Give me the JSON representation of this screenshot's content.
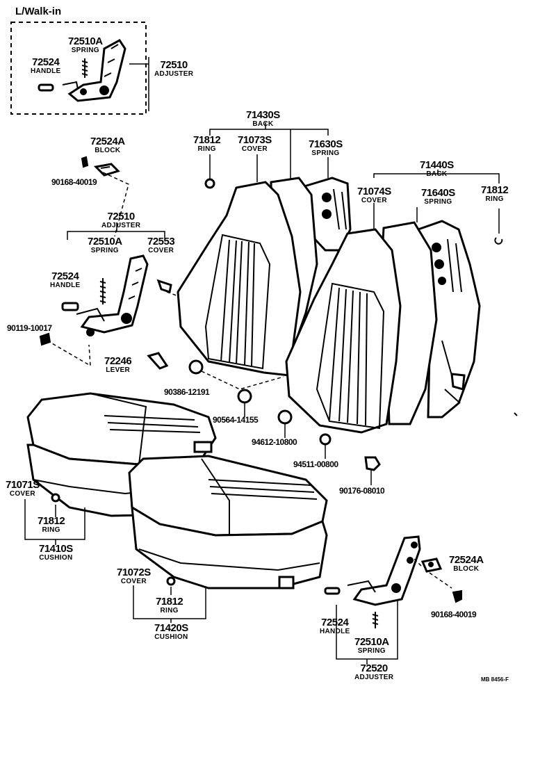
{
  "title": "L/Walk-in",
  "doc_code": "MB 8456-F",
  "labels": {
    "top_72510A": {
      "num": "72510A",
      "name": "SPRING"
    },
    "top_72524": {
      "num": "72524",
      "name": "HANDLE"
    },
    "top_72510": {
      "num": "72510",
      "name": "ADJUSTER"
    },
    "b_71430S": {
      "num": "71430S",
      "name": "BACK"
    },
    "b_71812a": {
      "num": "71812",
      "name": "RING"
    },
    "b_71073S": {
      "num": "71073S",
      "name": "COVER"
    },
    "b_71630S": {
      "num": "71630S",
      "name": "SPRING"
    },
    "b_71440S": {
      "num": "71440S",
      "name": "BACK"
    },
    "b_71074S": {
      "num": "71074S",
      "name": "COVER"
    },
    "b_71640S": {
      "num": "71640S",
      "name": "SPRING"
    },
    "b_71812b": {
      "num": "71812",
      "name": "RING"
    },
    "l_72524A": {
      "num": "72524A",
      "name": "BLOCK"
    },
    "l_90168": {
      "num": "90168-40019",
      "name": ""
    },
    "l_72510": {
      "num": "72510",
      "name": "ADJUSTER"
    },
    "l_72510A": {
      "num": "72510A",
      "name": "SPRING"
    },
    "l_72553": {
      "num": "72553",
      "name": "COVER"
    },
    "l_72524": {
      "num": "72524",
      "name": "HANDLE"
    },
    "l_90119": {
      "num": "90119-10017",
      "name": ""
    },
    "l_72246": {
      "num": "72246",
      "name": "LEVER"
    },
    "m_90386": {
      "num": "90386-12191",
      "name": ""
    },
    "m_90564": {
      "num": "90564-14155",
      "name": ""
    },
    "m_94612": {
      "num": "94612-10800",
      "name": ""
    },
    "m_94511": {
      "num": "94511-00800",
      "name": ""
    },
    "m_90176": {
      "num": "90176-08010",
      "name": ""
    },
    "c_71071S": {
      "num": "71071S",
      "name": "COVER"
    },
    "c_71812a": {
      "num": "71812",
      "name": "RING"
    },
    "c_71410S": {
      "num": "71410S",
      "name": "CUSHION"
    },
    "c_71072S": {
      "num": "71072S",
      "name": "COVER"
    },
    "c_71812b": {
      "num": "71812",
      "name": "RING"
    },
    "c_71420S": {
      "num": "71420S",
      "name": "CUSHION"
    },
    "r_72524A": {
      "num": "72524A",
      "name": "BLOCK"
    },
    "r_90168": {
      "num": "90168-40019",
      "name": ""
    },
    "r_72524": {
      "num": "72524",
      "name": "HANDLE"
    },
    "r_72510A": {
      "num": "72510A",
      "name": "SPRING"
    },
    "r_72520": {
      "num": "72520",
      "name": "ADJUSTER"
    }
  }
}
